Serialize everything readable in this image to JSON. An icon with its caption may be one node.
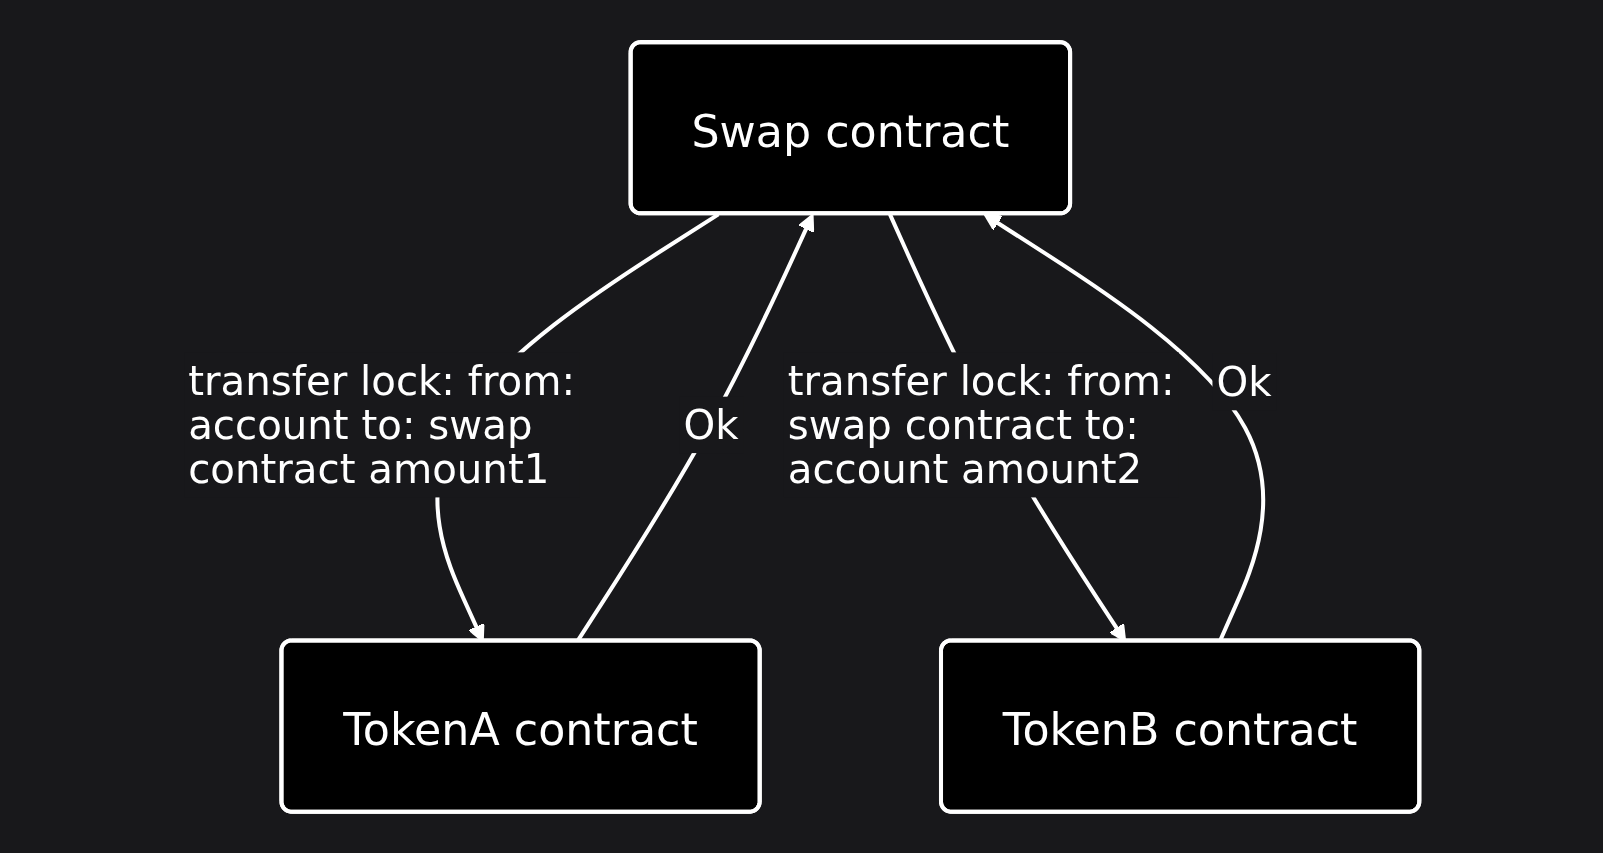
{
  "diagram": {
    "nodes": [
      {
        "text": [
          "Swap contract"
        ]
      },
      {
        "text": [
          "TokenA contract"
        ]
      },
      {
        "text": [
          "TokenB contract"
        ]
      }
    ],
    "edges": [
      {
        "from": 0,
        "to": 1,
        "arrow": "to",
        "label": "transfer lock: from: account to: swap contract amount1"
      },
      {
        "from": 1,
        "to": 0,
        "arrow": "to",
        "label": "Ok"
      },
      {
        "from": 2,
        "to": 0,
        "arrow": "to",
        "label": "Ok"
      },
      {
        "from": 0,
        "to": 2,
        "arrow": "to",
        "label": "transfer lock: from: swap contract to: account amount2"
      }
    ]
  }
}
